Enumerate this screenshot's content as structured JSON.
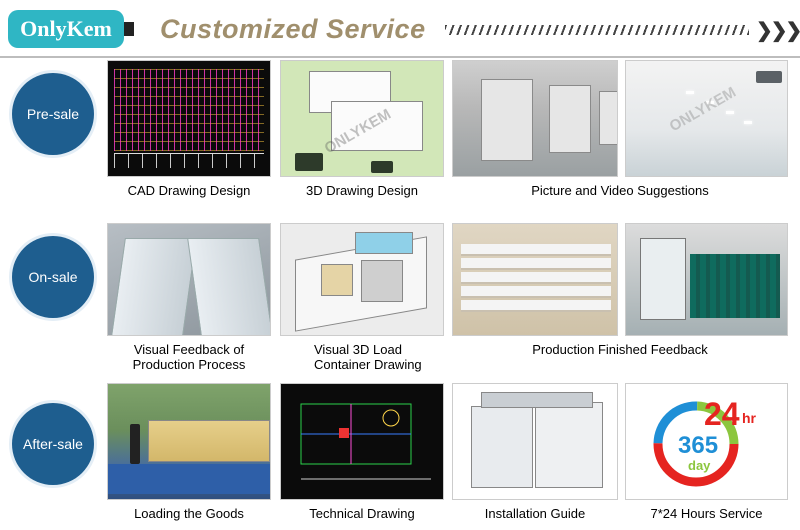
{
  "header": {
    "logo_text": "OnlyKem",
    "title": "Customized Service"
  },
  "stages": [
    {
      "label": "Pre-sale"
    },
    {
      "label": "On-sale"
    },
    {
      "label": "After-sale"
    }
  ],
  "captions": {
    "cad": "CAD Drawing Design",
    "d3": "3D Drawing Design",
    "picture_video": "Picture and Video Suggestions",
    "visual_feedback_line1": "Visual Feedback of",
    "visual_feedback_line2": "Production Process",
    "load_line1": "Visual 3D Load",
    "load_line2": "Container Drawing",
    "production_finished": "Production Finished Feedback",
    "loading": "Loading the Goods",
    "technical": "Technical Drawing",
    "installation": "Installation Guide",
    "service": "7*24 Hours Service"
  },
  "service_badge": {
    "big": "24",
    "hr": "hr",
    "days": "365",
    "day": "day"
  },
  "colors": {
    "circle": "#1e5e8f",
    "logo_bg": "#2fb6c4",
    "title": "#a08f6d"
  }
}
